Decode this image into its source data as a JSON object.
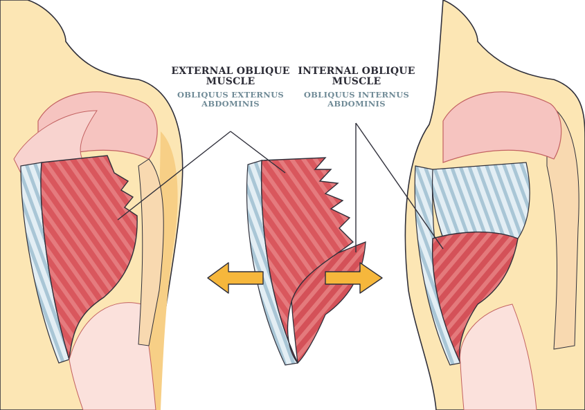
{
  "labels": {
    "external": {
      "title_line1": "EXTERNAL OBLIQUE",
      "title_line2": "MUSCLE",
      "latin_line1": "OBLIQUUS EXTERNUS",
      "latin_line2": "ABDOMINIS"
    },
    "internal": {
      "title_line1": "INTERNAL OBLIQUE",
      "title_line2": "MUSCLE",
      "latin_line1": "OBLIQUUS INTERNUS",
      "latin_line2": "ABDOMINIS"
    }
  },
  "colors": {
    "skin": "#fce6b4",
    "skin_dark": "#f7cf86",
    "muscle": "#d9575d",
    "muscle_light": "#e98e8e",
    "rib": "#c8dce6",
    "outline": "#2f2f3a",
    "arrow": "#f6b73c"
  }
}
